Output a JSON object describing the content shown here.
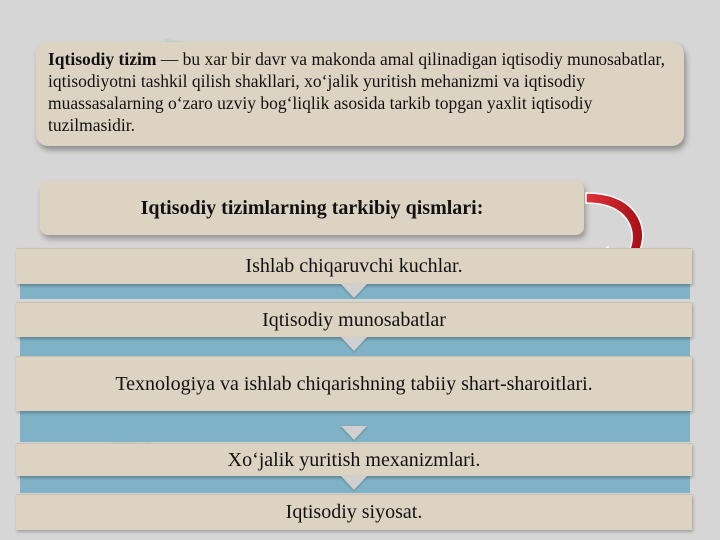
{
  "definition": {
    "term": "Iqtisodiy tizim",
    "text": " — bu xar bir davr va makonda amal qilinadigan iqtisodiy munosabatlar, iqtisodiyotni tashkil qilish shakllari, xo‘jalik yuritish mehanizmi va iqtisodiy muassasalarning o‘zaro uzviy bog‘liqlik  asosida tarkib topgan yaxlit iqtisodiy tuzilmasidir."
  },
  "heading": "Iqtisodiy tizimlarning tarkibiy qismlari:",
  "components": [
    "Ishlab chiqaruvchi kuchlar.",
    "Iqtisodiy munosabatlar",
    "Texnologiya va ishlab chiqarishning tabiiy shart-sharoitlari.",
    "Xo‘jalik yuritish mexanizmlari.",
    "Iqtisodiy siyosat."
  ],
  "icons": {
    "curved_arrow": "curved-arrow-icon",
    "step_arrow": "down-arrow-icon"
  },
  "colors": {
    "box_fill": "#ddd3c3",
    "band": "#7fb2c6",
    "curved_arrow": "#c8191e"
  }
}
